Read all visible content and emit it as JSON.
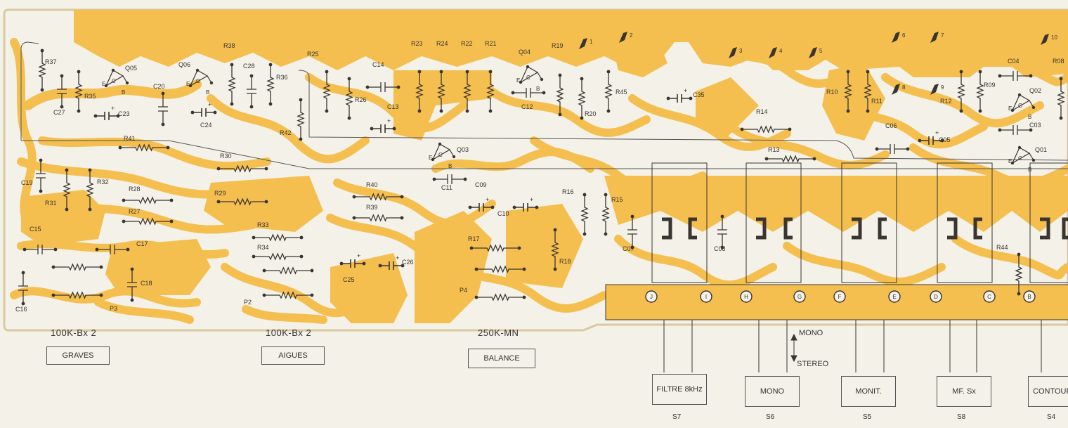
{
  "colors": {
    "copper": "#f4bf4f",
    "paper": "#f4f1e8",
    "ink": "#3a3530"
  },
  "components": {
    "R37": "R37",
    "C27": "C27",
    "R35": "R35",
    "Q05": "Q05",
    "C23": "C23",
    "Q06": "Q06",
    "C24": "C24",
    "R38": "R38",
    "C28": "C28",
    "C20": "C20",
    "R36": "R36",
    "R42": "R42",
    "R25": "R25",
    "R26": "R26",
    "C14": "C14",
    "C13": "C13",
    "R23": "R23",
    "R24": "R24",
    "R22": "R22",
    "R21": "R21",
    "Q04": "Q04",
    "C12": "C12",
    "R19": "R19",
    "R20": "R20",
    "R45": "R45",
    "C35": "C35",
    "R14": "R14",
    "R13": "R13",
    "R10": "R10",
    "R11": "R11",
    "R12": "R12",
    "C06": "C06",
    "C05": "C05",
    "R09": "R09",
    "C04": "C04",
    "Q02": "Q02",
    "C03": "C03",
    "Q01": "Q01",
    "R08": "R08",
    "R41": "R41",
    "C19": "C19",
    "R31": "R31",
    "R32": "R32",
    "R28": "R28",
    "R27": "R27",
    "R30": "R30",
    "R29": "R29",
    "C15": "C15",
    "C17": "C17",
    "C18": "C18",
    "C16": "C16",
    "P3": "P3",
    "R33": "R33",
    "R34": "R34",
    "P2": "P2",
    "C25": "C25",
    "C26": "C26",
    "R40": "R40",
    "R39": "R39",
    "Q03": "Q03",
    "C11": "C11",
    "C09": "C09",
    "C10": "C10",
    "R17": "R17",
    "P4": "P4",
    "R16": "R16",
    "R15": "R15",
    "R18": "R18",
    "C07": "C07",
    "C08": "C08",
    "R44": "R44"
  },
  "pins": [
    "1",
    "2",
    "3",
    "4",
    "5",
    "6",
    "7",
    "8",
    "9",
    "10"
  ],
  "terminals": [
    "J",
    "I",
    "H",
    "G",
    "F",
    "E",
    "D",
    "C",
    "B"
  ],
  "pots": [
    {
      "value": "100K-Bx 2",
      "name": "GRAVES"
    },
    {
      "value": "100K-Bx 2",
      "name": "AIGUES"
    },
    {
      "value": "250K-MN",
      "name": "BALANCE"
    }
  ],
  "switches": [
    {
      "label": "FILTRE 8kHz",
      "ref": "S7"
    },
    {
      "label": "MONO",
      "ref": "S6"
    },
    {
      "label": "MONIT.",
      "ref": "S5"
    },
    {
      "label": "MF. Sx",
      "ref": "S8"
    },
    {
      "label": "CONTOUR",
      "ref": "S4"
    }
  ],
  "mono_mark": "MONO",
  "stereo_mark": "STEREO"
}
